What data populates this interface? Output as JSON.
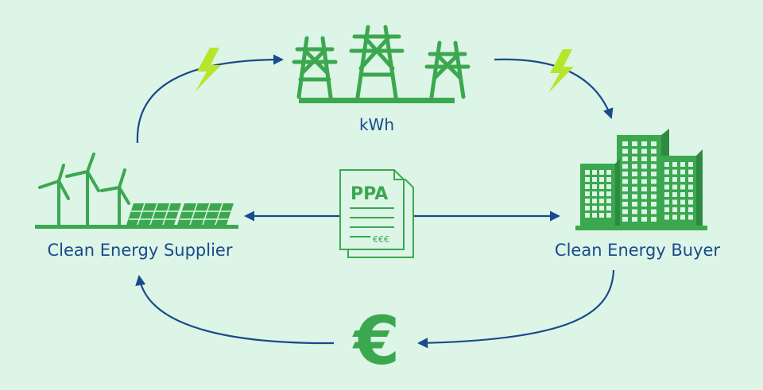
{
  "nodes": {
    "supplier": {
      "label": "Clean Energy Supplier"
    },
    "buyer": {
      "label": "Clean Energy Buyer"
    },
    "grid": {
      "label": "kWh"
    }
  },
  "contract": {
    "title": "PPA",
    "currency": "€€€"
  },
  "payment": {
    "symbol": "€"
  },
  "colors": {
    "background": "#dcf5e6",
    "icon_green": "#3ba84f",
    "arrow_blue": "#1a4a8c",
    "bolt": "#b6e62c"
  },
  "icons": {
    "supplier": "wind-turbines-and-solar-panels-icon",
    "grid": "transmission-towers-icon",
    "buyer": "office-buildings-icon",
    "contract": "document-icon",
    "energy": "lightning-bolt-icon",
    "payment": "euro-icon"
  }
}
